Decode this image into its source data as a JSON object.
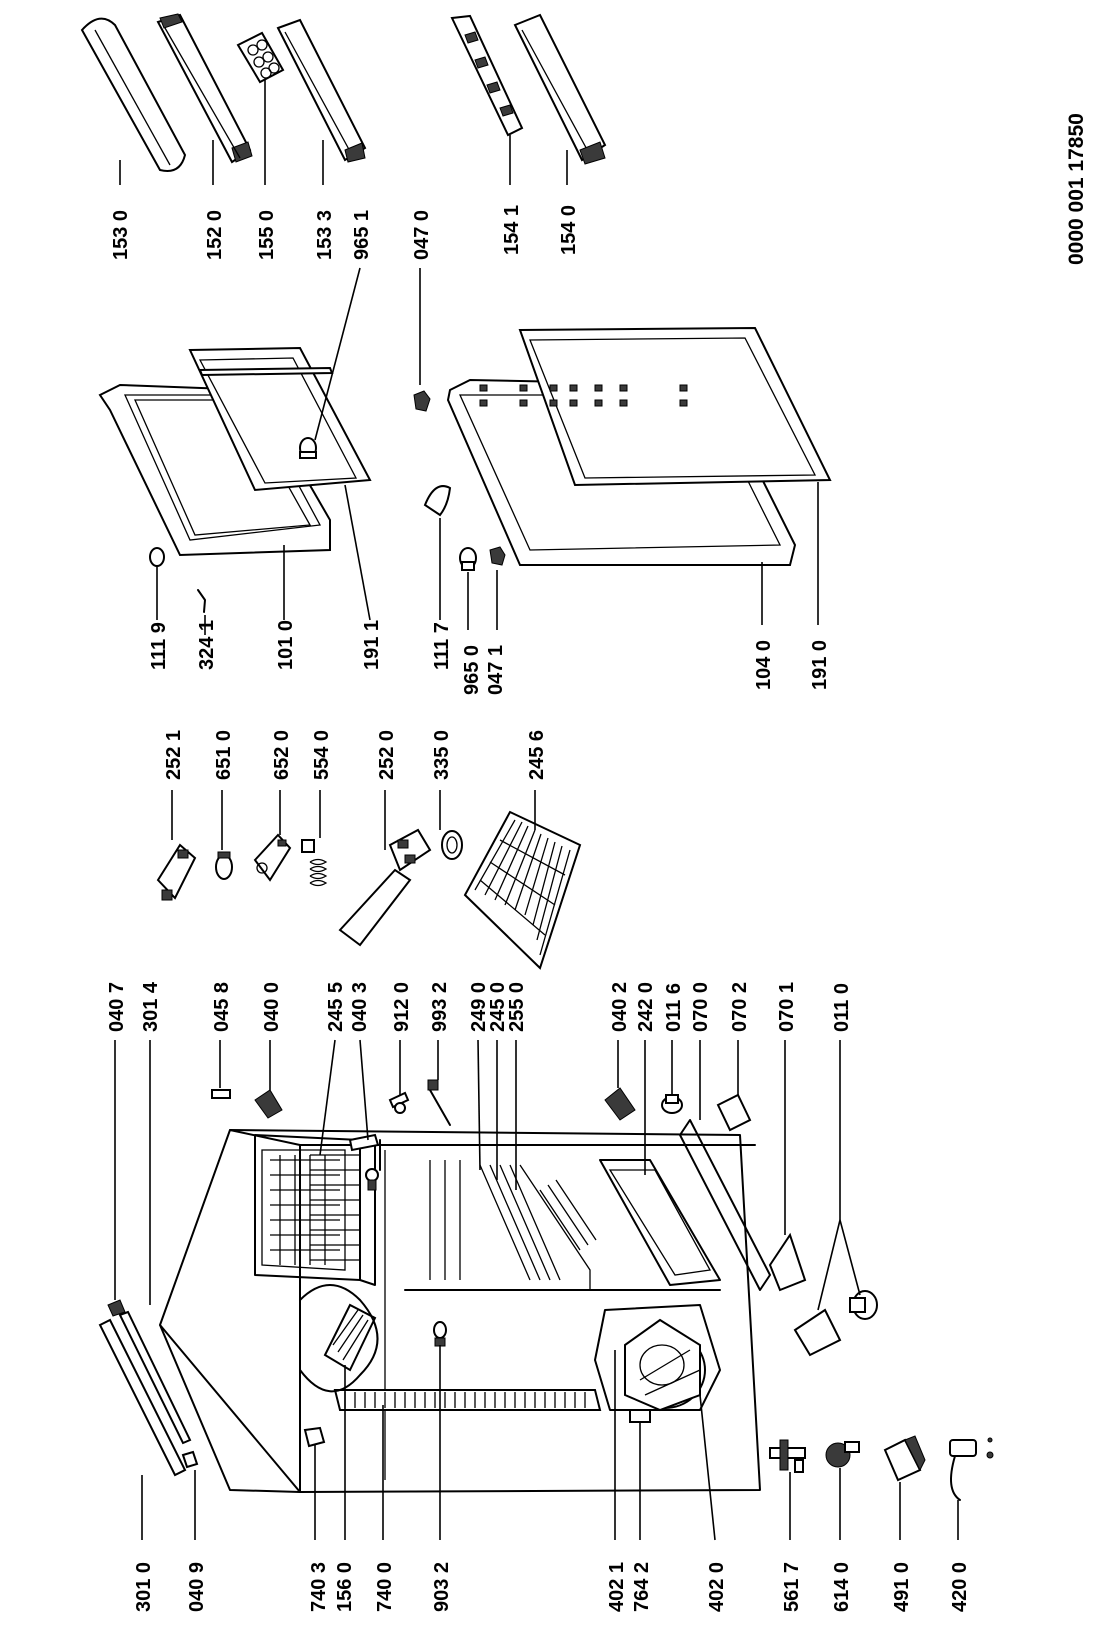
{
  "document_number": "0000 001 17850",
  "labels": {
    "p1530": "153 0",
    "p1520": "152 0",
    "p1550": "155 0",
    "p1533": "153 3",
    "p9651": "965 1",
    "p0470": "047 0",
    "p1541": "154 1",
    "p1540": "154 0",
    "p1119": "111 9",
    "p3241": "324 1",
    "p1010": "101 0",
    "p1911": "191 1",
    "p1117": "111 7",
    "p9650": "965 0",
    "p0471": "047 1",
    "p1040": "104 0",
    "p1910": "191 0",
    "p2521": "252 1",
    "p6510": "651 0",
    "p6520": "652 0",
    "p5540": "554 0",
    "p2520": "252 0",
    "p3350": "335 0",
    "p2456": "245 6",
    "p0407": "040 7",
    "p3014": "301 4",
    "p0458": "045 8",
    "p0400": "040 0",
    "p2455": "245 5",
    "p0403": "040 3",
    "p9120": "912 0",
    "p9932": "993 2",
    "p2490": "249 0",
    "p2450": "245 0",
    "p2550": "255 0",
    "p0402": "040 2",
    "p2420": "242 0",
    "p0116": "011 6",
    "p0700": "070 0",
    "p0702": "070 2",
    "p0701": "070 1",
    "p0110": "011 0",
    "p3010": "301 0",
    "p0409": "040 9",
    "p7403": "740 3",
    "p1560": "156 0",
    "p7400": "740 0",
    "p9032": "903 2",
    "p4021": "402 1",
    "p7642": "764 2",
    "p4020": "402 0",
    "p5617": "561 7",
    "p6140": "614 0",
    "p4910": "491 0",
    "p4200": "420 0"
  }
}
